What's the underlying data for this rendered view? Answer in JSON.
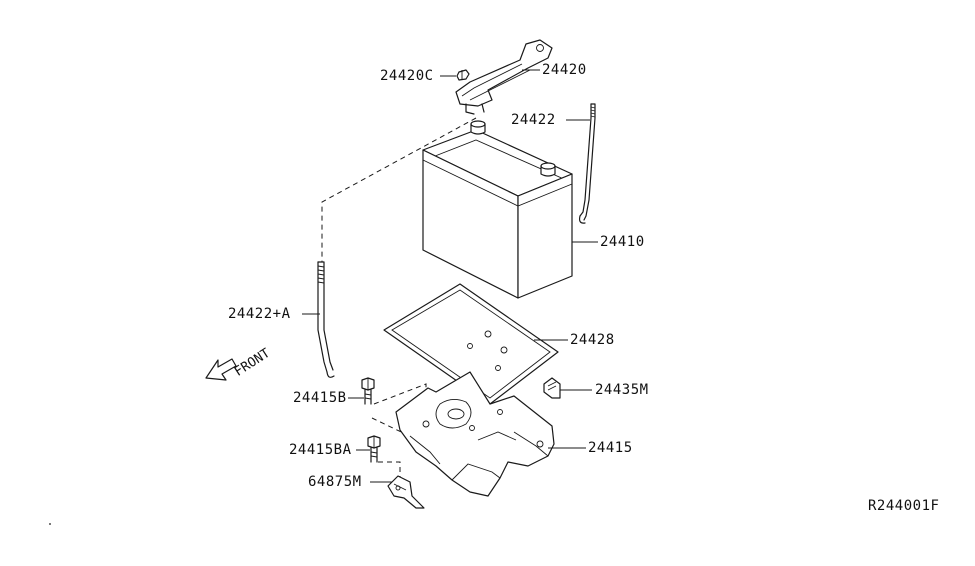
{
  "diagram": {
    "labels": {
      "p24420C": "24420C",
      "p24420": "24420",
      "p24422": "24422",
      "p24410": "24410",
      "p24422A": "24422+A",
      "p24428": "24428",
      "p24415B": "24415B",
      "p24435M": "24435M",
      "p24415BA": "24415BA",
      "p24415": "24415",
      "p64875M": "64875M"
    },
    "front": "FRONT",
    "ref_code": "R244001F"
  }
}
